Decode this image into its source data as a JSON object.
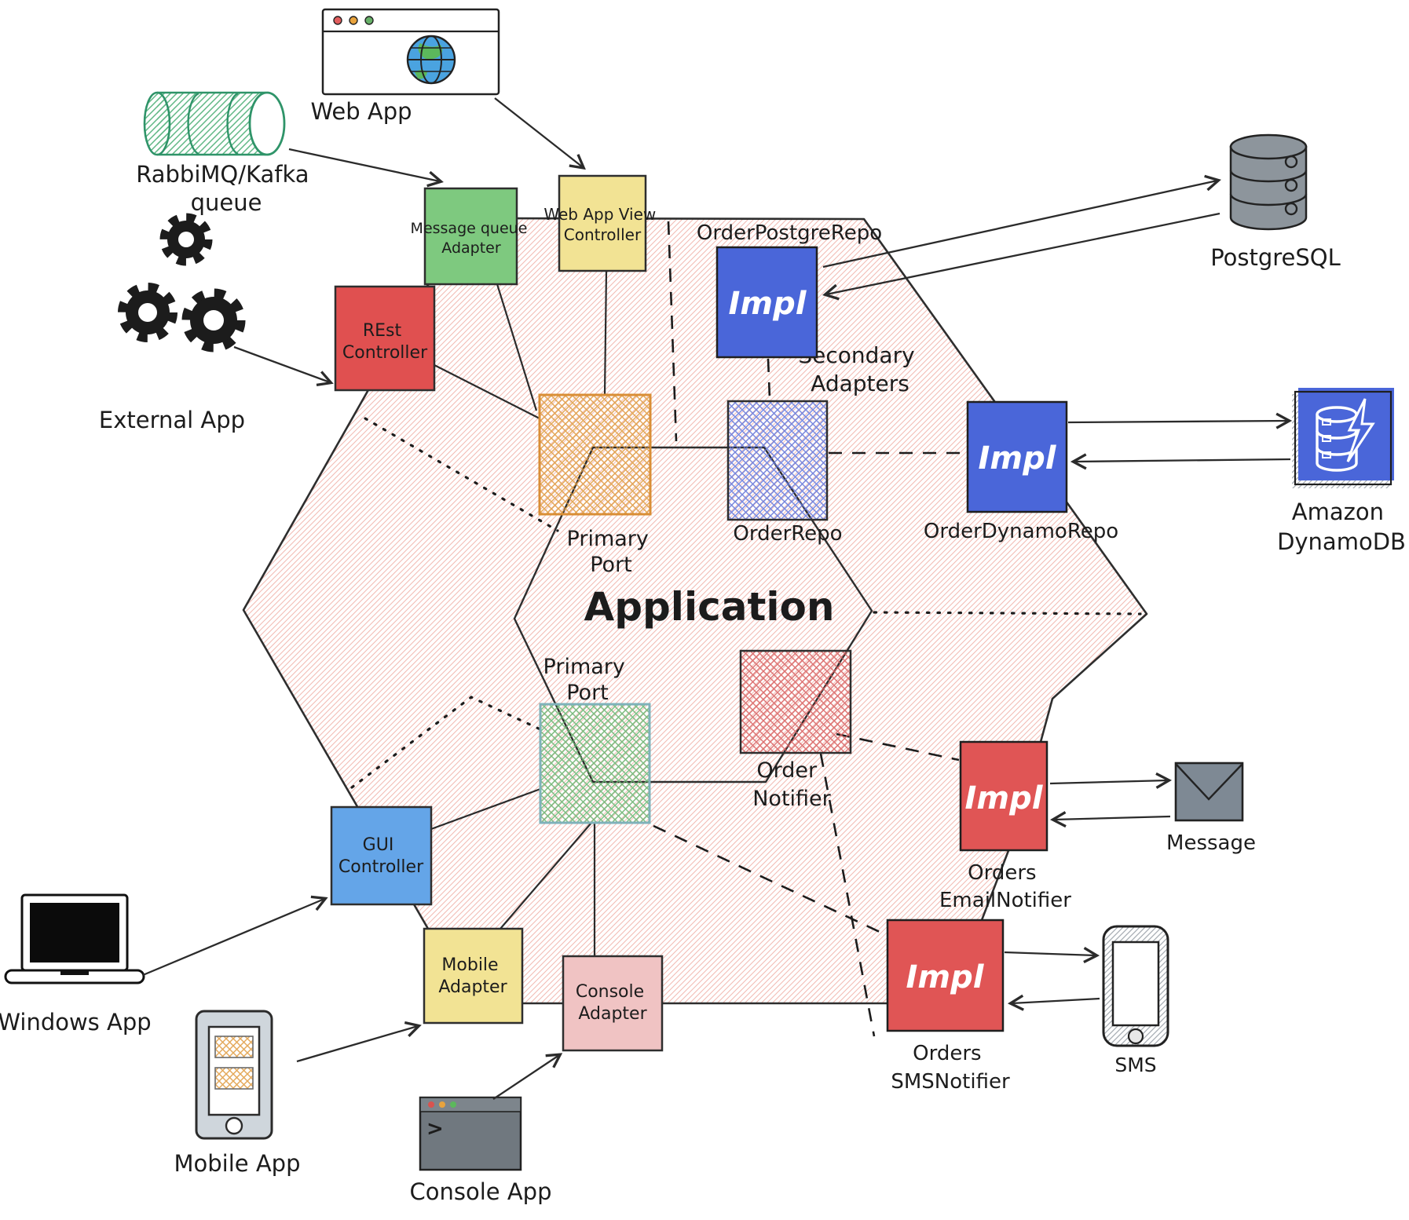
{
  "diagram": {
    "application": "Application",
    "regions": {
      "secondary_adapters": [
        "Secondary",
        "Adapters"
      ],
      "primary_port_top": [
        "Primary",
        "Port"
      ],
      "primary_port_bottom": [
        "Primary",
        "Port"
      ]
    },
    "adapters": {
      "message_queue": [
        "Message queue",
        "Adapter"
      ],
      "web_app_view": [
        "Web App View",
        "Controller"
      ],
      "rest": [
        "REst",
        "Controller"
      ],
      "gui": [
        "GUI",
        "Controller"
      ],
      "mobile": [
        "Mobile",
        "Adapter"
      ],
      "console": [
        "Console",
        "Adapter"
      ]
    },
    "ports": {
      "order_repo": "OrderRepo",
      "order_notifier": [
        "Order",
        "Notifier"
      ]
    },
    "impl_boxes": {
      "postgre": "Impl",
      "dynamo": "Impl",
      "email": "Impl",
      "sms": "Impl"
    },
    "impl_labels": {
      "postgre": "OrderPostgreRepo",
      "dynamo": "OrderDynamoRepo",
      "email": [
        "Orders",
        "EmailNotifier"
      ],
      "sms": [
        "Orders",
        "SMSNotifier"
      ]
    },
    "externals": {
      "web_app": "Web App",
      "message_queue": [
        "RabbiMQ/Kafka",
        "queue"
      ],
      "external_app": "External App",
      "postgresql": "PostgreSQL",
      "dynamodb": [
        "Amazon",
        "DynamoDB"
      ],
      "email": "Message",
      "sms": "SMS",
      "windows": "Windows App",
      "mobile": "Mobile App",
      "console": "Console App"
    },
    "console_prompt": ">",
    "colors": {
      "hatch_pink": "#f2bcb4",
      "adapter_green": "#7ec97f",
      "adapter_yellow": "#f2e394",
      "adapter_red": "#e05050",
      "adapter_blue": "#64a5e8",
      "adapter_pink": "#f0c3c3",
      "impl_blue": "#4a66d9",
      "impl_red": "#e05555",
      "port_orange": "#e09a3e",
      "port_green": "#66b56f",
      "port_blue": "#6277dd",
      "notifier_red": "#d96060",
      "db_gray": "#8d959c",
      "line_dark": "#2b2b2b"
    }
  }
}
